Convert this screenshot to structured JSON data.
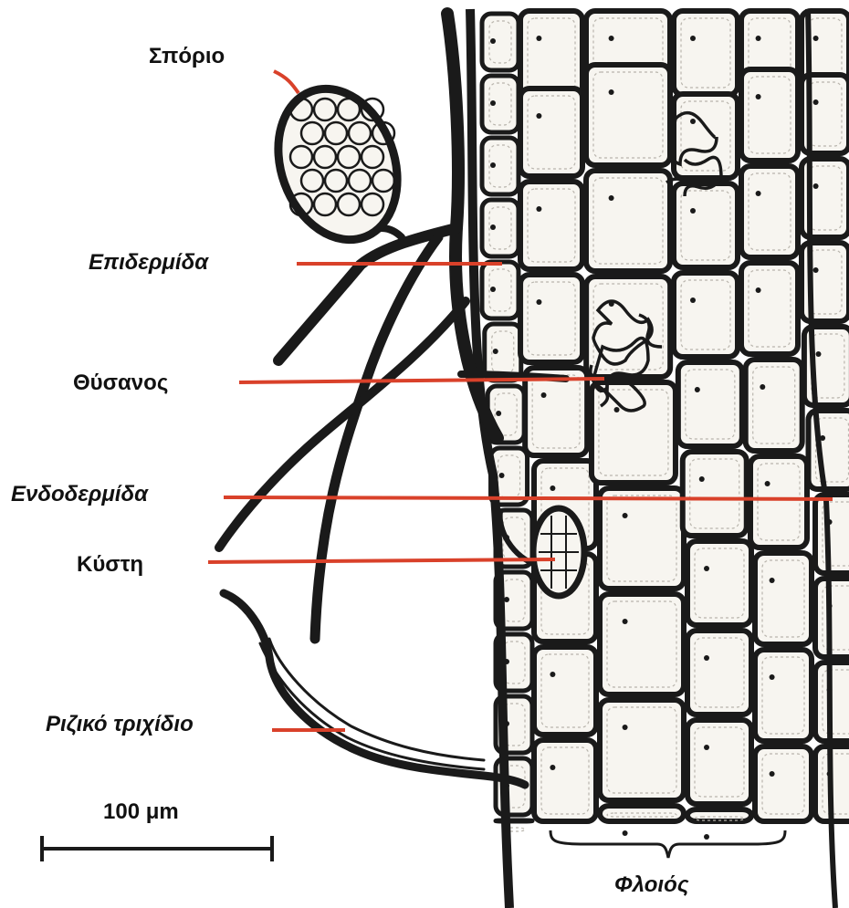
{
  "labels": {
    "spore": "Σπόριο",
    "epidermis": "Επιδερμίδα",
    "arbuscule": "Θύσανος",
    "endodermis": "Ενδοδερμίδα",
    "vesicle": "Κύστη",
    "root_hair": "Ριζικό τριχίδιο",
    "scale_bar": "100 μm",
    "cortex": "Φλοιός"
  },
  "colors": {
    "leader_line": "#d9412a",
    "ink": "#1a1a1a",
    "cell_fill": "#f7f5f0"
  }
}
